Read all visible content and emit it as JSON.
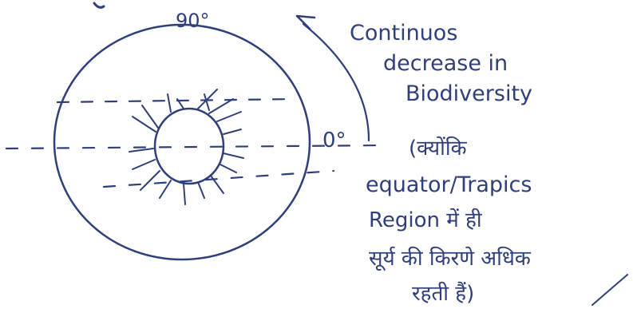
{
  "diagram": {
    "angle_top": "90°",
    "angle_equator": "0°",
    "note_lines": [
      "Continuos",
      "decrease in",
      "Biodiversity",
      "(क्योंकि",
      "equator/Trapics",
      "Region में ही",
      "सूर्य की किरणे अधिक",
      "रहती हैं)"
    ]
  }
}
